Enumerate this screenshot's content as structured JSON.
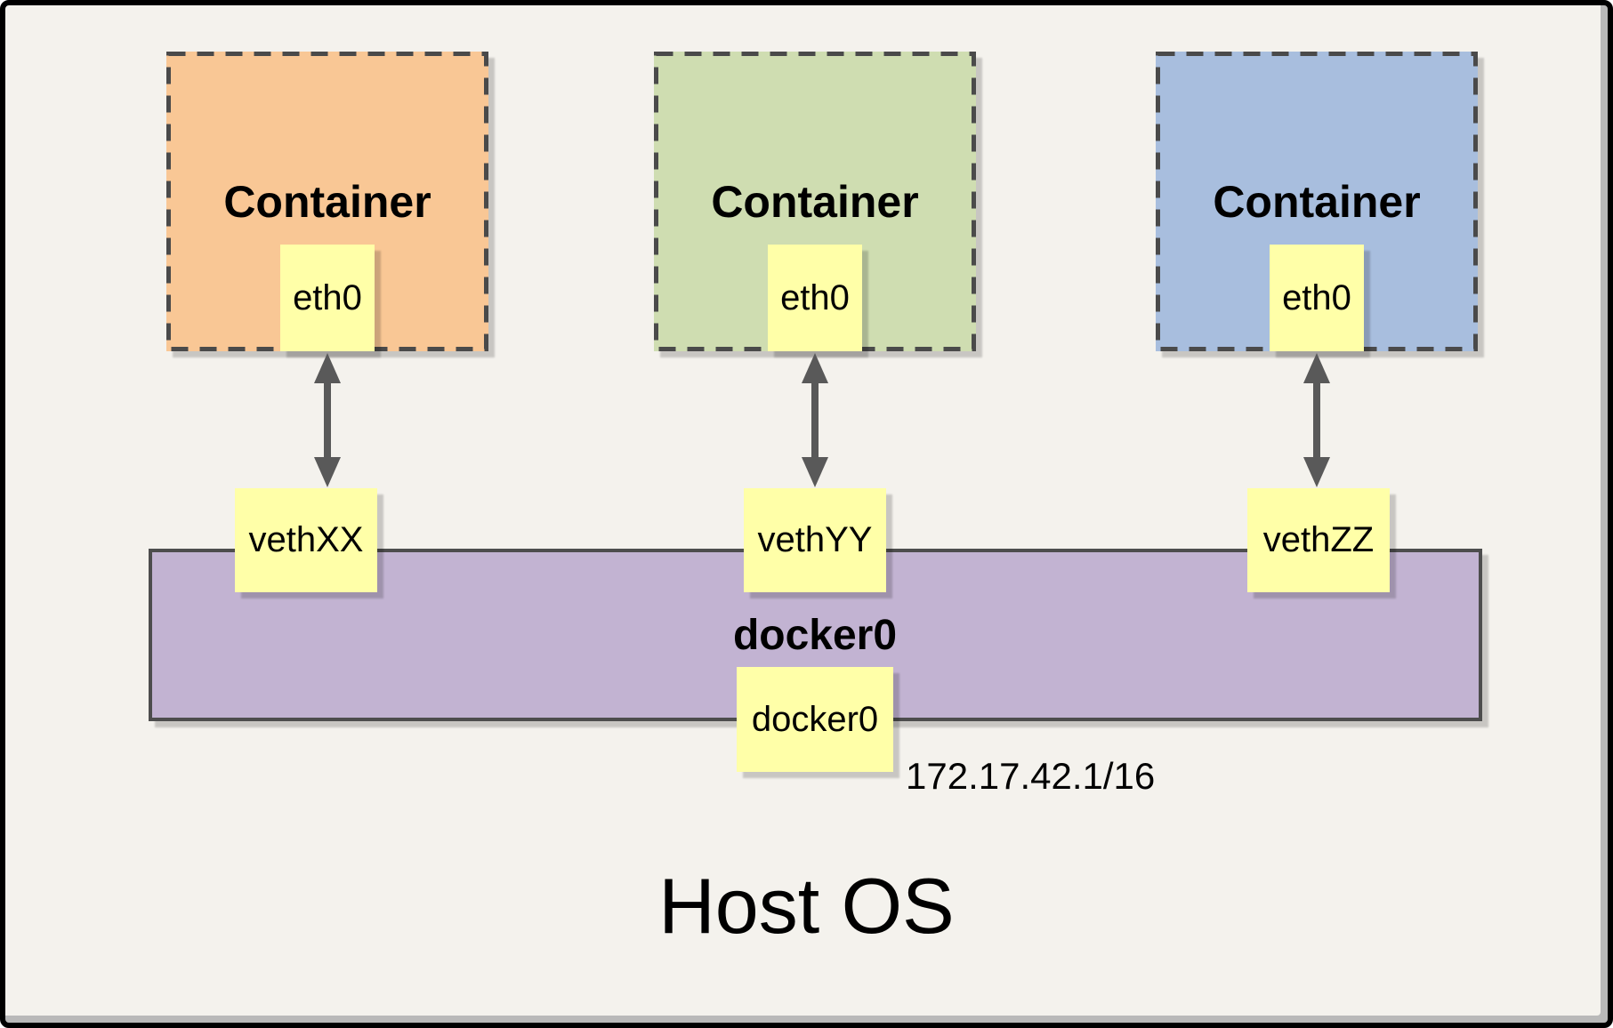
{
  "containers": [
    {
      "label": "Container",
      "interface": "eth0",
      "veth": "vethXX",
      "color": "#f9c795"
    },
    {
      "label": "Container",
      "interface": "eth0",
      "veth": "vethYY",
      "color": "#cfddb1"
    },
    {
      "label": "Container",
      "interface": "eth0",
      "veth": "vethZZ",
      "color": "#a8bede"
    }
  ],
  "bridge": {
    "label": "docker0",
    "interface": "docker0",
    "ip": "172.17.42.1/16",
    "color": "#c2b3d2"
  },
  "host": {
    "label": "Host OS"
  },
  "colors": {
    "background": "#f4f2ed",
    "note_fill": "#ffffa8",
    "dashed_border": "#4a4a4a",
    "bar_border": "#4d4d4d",
    "arrow": "#595959",
    "frame_border": "#000000",
    "inner_edge": "#b9b9b9"
  }
}
